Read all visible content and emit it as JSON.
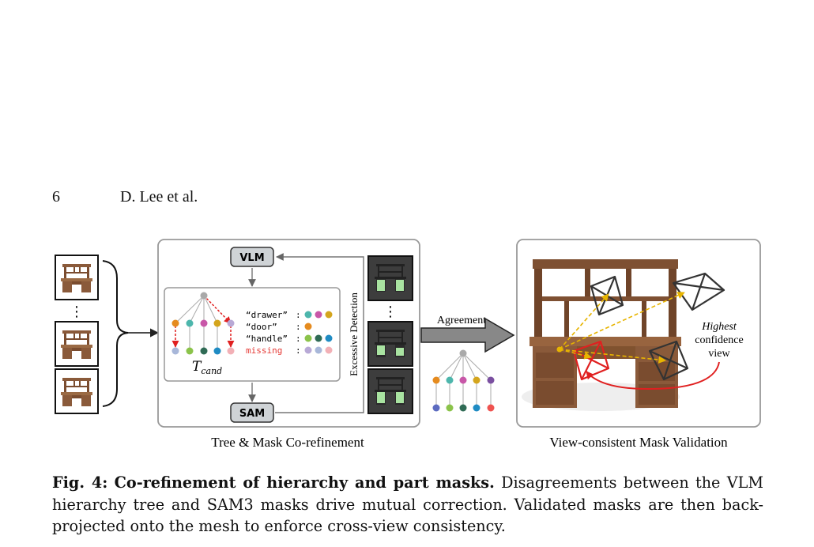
{
  "header": {
    "page_number": "6",
    "authors": "D. Lee et al."
  },
  "figure": {
    "left_panel": {
      "vlm_label": "VLM",
      "sam_label": "SAM",
      "tree_label": "T",
      "tree_label_sub": "cand",
      "excessive_label": "Excessive Detection",
      "panel_title": "Tree & Mask Co-refinement",
      "ellipsis": "⋮",
      "legend": [
        {
          "key": "“drawer”",
          "sep": ":",
          "colors": [
            "#4db6ac",
            "#c857a8",
            "#d4a51d"
          ]
        },
        {
          "key": "“door”",
          "sep": ":",
          "colors": [
            "#e58b1f"
          ]
        },
        {
          "key": "“handle”",
          "sep": ":",
          "colors": [
            "#8bc34a",
            "#2f6b55",
            "#1f8bc3"
          ]
        },
        {
          "key": "missing",
          "sep": ":",
          "colors": [
            "#b8a9d6",
            "#a8b7d9",
            "#f2b0b6"
          ],
          "color": "#e53935"
        }
      ]
    },
    "middle": {
      "arrow_label": "Agreement"
    },
    "right_panel": {
      "highest_label": "Highest",
      "confidence_label": "confidence",
      "view_label": "view",
      "panel_title": "View-consistent Mask Validation"
    },
    "colors": {
      "vlm_box": "#cfd3d6",
      "red_arrow": "#e02020",
      "yellow_arrow": "#e7b400",
      "wood": "#8a5a3a"
    }
  },
  "caption": {
    "label": "Fig. 4:",
    "bold_title": "Co-refinement of hierarchy and part masks.",
    "text": "Disagreements between the VLM hierarchy tree and SAM3 masks drive mutual correction. Validated masks are then back-projected onto the mesh to enforce cross-view consistency."
  }
}
